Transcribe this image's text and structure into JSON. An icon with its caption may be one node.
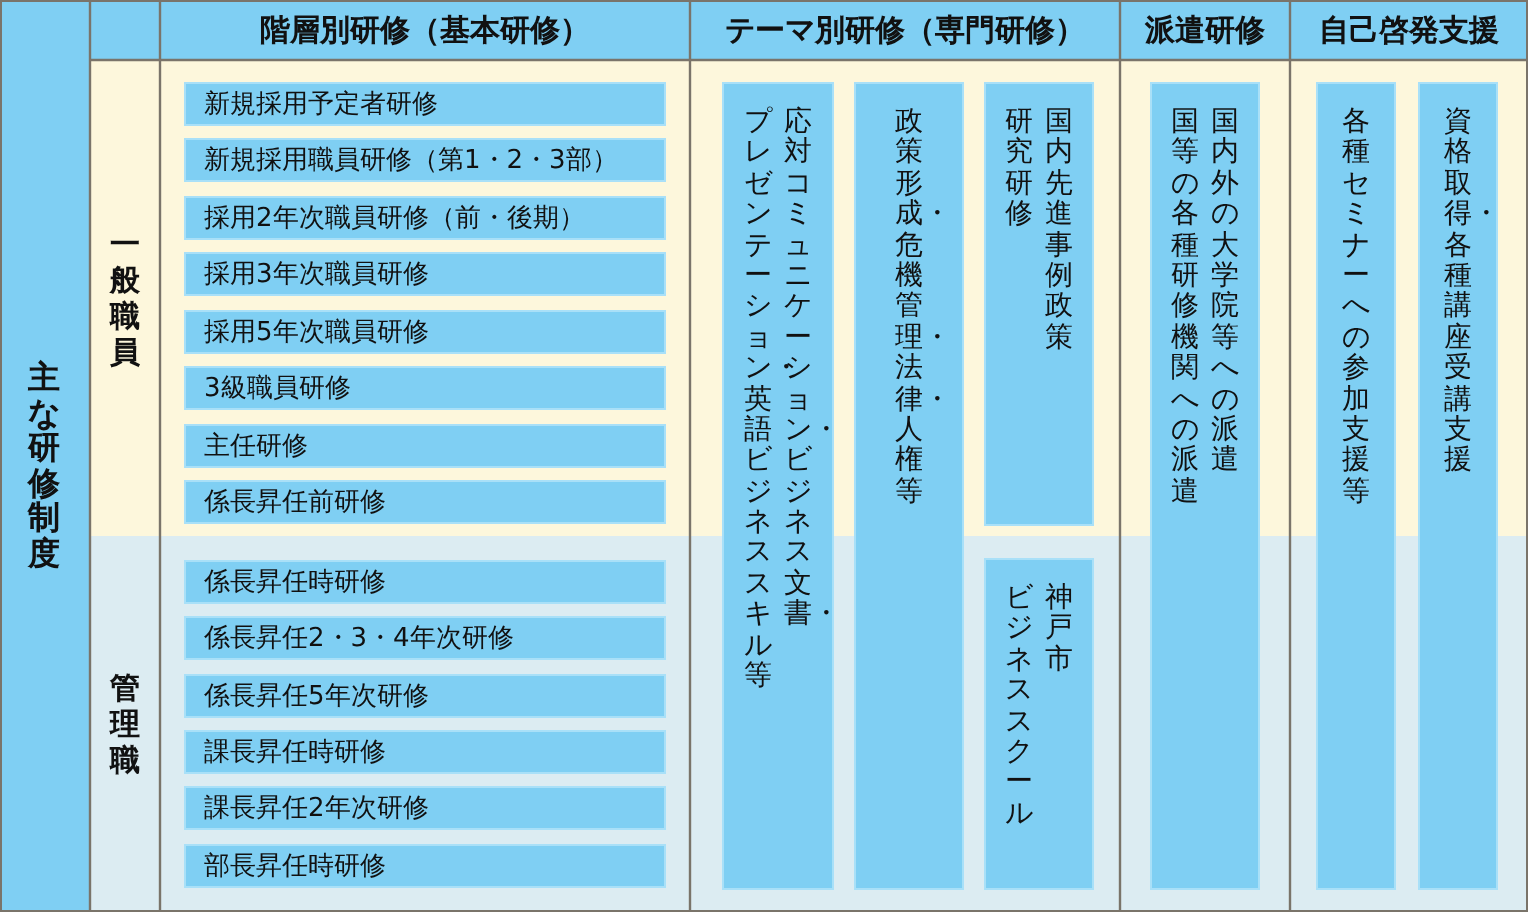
{
  "diagram": {
    "nodes": [
      {
        "text": [
          "主な研修制度"
        ]
      },
      {
        "text": [
          "階層別研修（基本研修）"
        ]
      },
      {
        "text": [
          "テーマ別研修（専門研修）"
        ]
      },
      {
        "text": [
          "派遣研修"
        ]
      },
      {
        "text": [
          "自己啓発支援"
        ]
      },
      {
        "text": [
          "一般職員"
        ]
      },
      {
        "text": [
          "管理職"
        ]
      },
      {
        "text": [
          "新規採用予定者研修"
        ],
        "in": 5
      },
      {
        "text": [
          "新規採用職員研修（第1・2・3部）"
        ],
        "in": 5
      },
      {
        "text": [
          "採用2年次職員研修（前・後期）"
        ],
        "in": 5
      },
      {
        "text": [
          "採用3年次職員研修"
        ],
        "in": 5
      },
      {
        "text": [
          "採用5年次職員研修"
        ],
        "in": 5
      },
      {
        "text": [
          "3級職員研修"
        ],
        "in": 5
      },
      {
        "text": [
          "主任研修"
        ],
        "in": 5
      },
      {
        "text": [
          "係長昇任前研修"
        ],
        "in": 5
      },
      {
        "text": [
          "係長昇任時研修"
        ],
        "in": 6
      },
      {
        "text": [
          "係長昇任2・3・4年次研修"
        ],
        "in": 6
      },
      {
        "text": [
          "係長昇任5年次研修"
        ],
        "in": 6
      },
      {
        "text": [
          "課長昇任時研修"
        ],
        "in": 6
      },
      {
        "text": [
          "課長昇任2年次研修"
        ],
        "in": 6
      },
      {
        "text": [
          "部長昇任時研修"
        ],
        "in": 6
      },
      {
        "text": [
          "応対コミュニケーション・ビジネス文書・プレゼンテーション・英語ビジネススキル等"
        ]
      },
      {
        "text": [
          "政策形成・危機管理・法律・人権等"
        ]
      },
      {
        "text": [
          "国内先進事例政策研究研修"
        ],
        "in": 5
      },
      {
        "text": [
          "神戸市ビジネススクール"
        ],
        "in": 6
      },
      {
        "text": [
          "国内外の大学院等への派遣国等の各種研修機関への派遣"
        ]
      },
      {
        "text": [
          "各種セミナーへの参加支援等"
        ]
      },
      {
        "text": [
          "資格取得・各種講座受講支援"
        ]
      }
    ]
  }
}
